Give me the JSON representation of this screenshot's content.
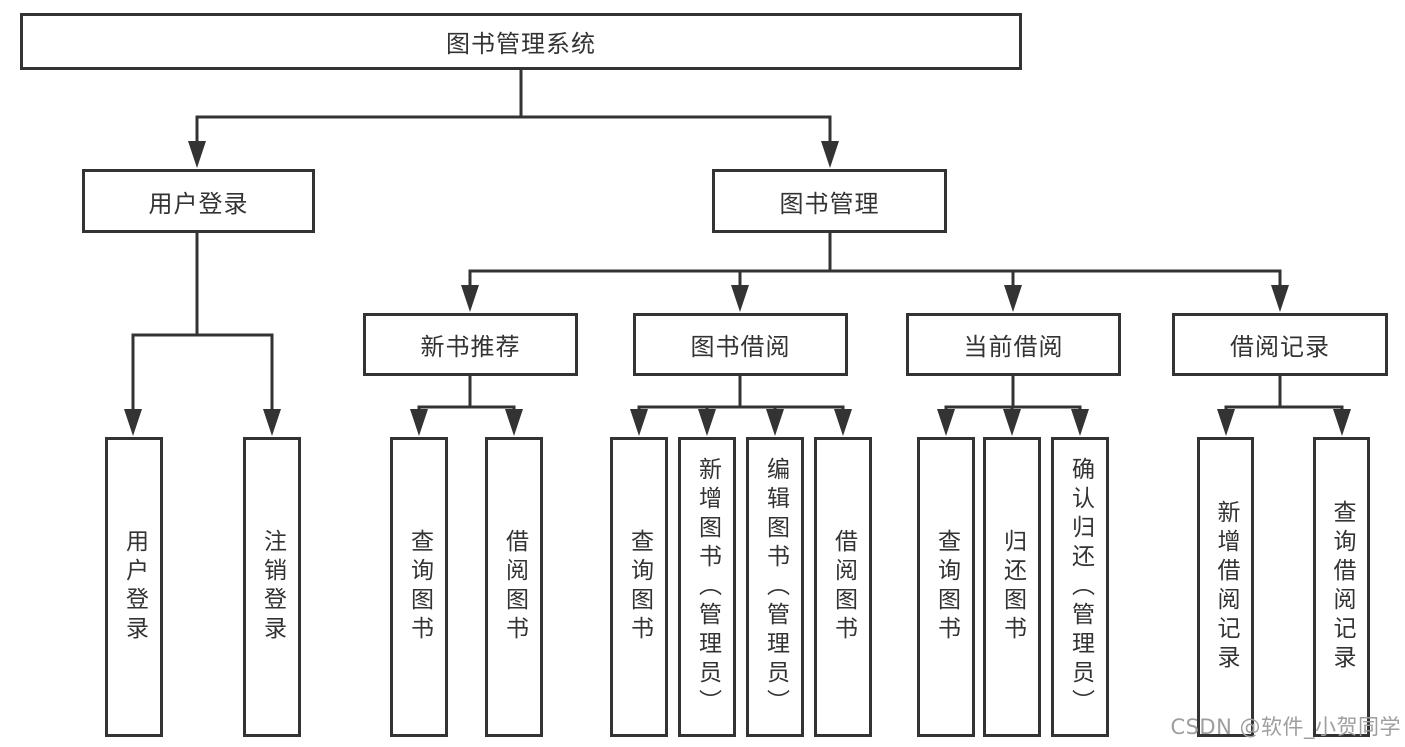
{
  "diagram": {
    "root": {
      "label": "图书管理系统"
    },
    "branches": [
      {
        "label": "用户登录",
        "children": [
          {
            "label": "用户登录"
          },
          {
            "label": "注销登录"
          }
        ]
      },
      {
        "label": "图书管理",
        "children": [
          {
            "label": "新书推荐",
            "children": [
              {
                "label": "查询图书"
              },
              {
                "label": "借阅图书"
              }
            ]
          },
          {
            "label": "图书借阅",
            "children": [
              {
                "label": "查询图书"
              },
              {
                "label": "新增图书（管理员）"
              },
              {
                "label": "编辑图书（管理员）"
              },
              {
                "label": "借阅图书"
              }
            ]
          },
          {
            "label": "当前借阅",
            "children": [
              {
                "label": "查询图书"
              },
              {
                "label": "归还图书"
              },
              {
                "label": "确认归还（管理员）"
              }
            ]
          },
          {
            "label": "借阅记录",
            "children": [
              {
                "label": "新增借阅记录"
              },
              {
                "label": "查询借阅记录"
              }
            ]
          }
        ]
      }
    ],
    "watermark": "CSDN @软件_小贺同学",
    "colors": {
      "line": "#333333",
      "text": "#333333",
      "watermark": "#9e9e9e",
      "background": "#ffffff"
    }
  }
}
